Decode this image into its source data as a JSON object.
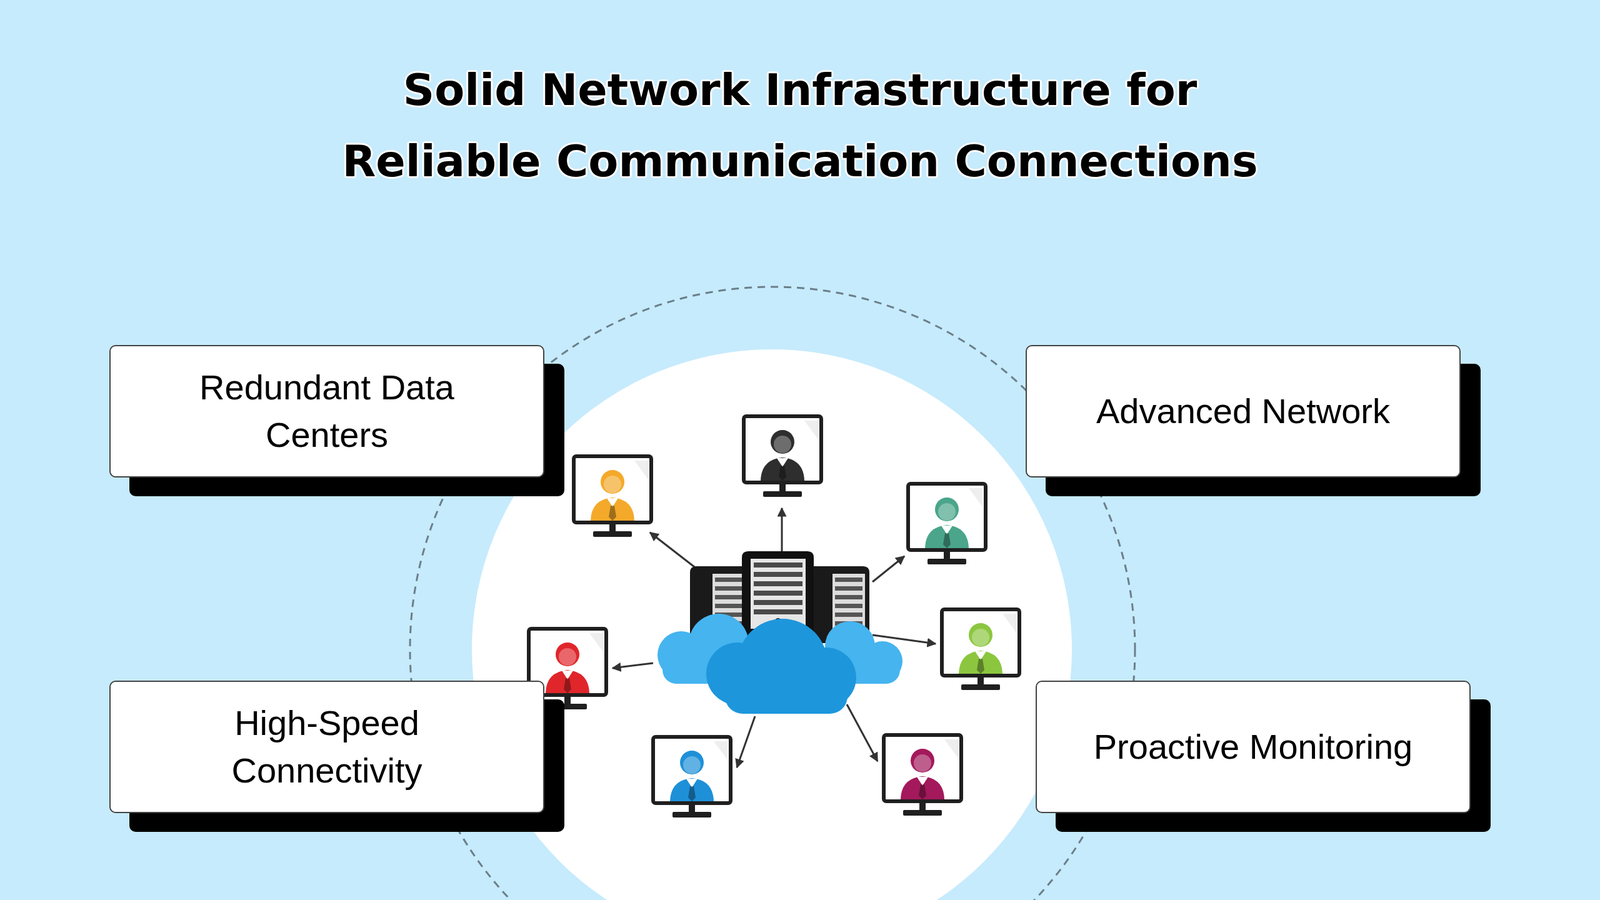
{
  "diagram": {
    "title": "Solid Network Infrastructure for Reliable Communication Connections",
    "nodes": [
      {
        "text": [
          "Redundant Data Centers"
        ]
      },
      {
        "text": [
          "Advanced Network"
        ]
      },
      {
        "text": [
          "High-Speed Connectivity"
        ]
      },
      {
        "text": [
          "Proactive Monitoring"
        ]
      }
    ]
  }
}
